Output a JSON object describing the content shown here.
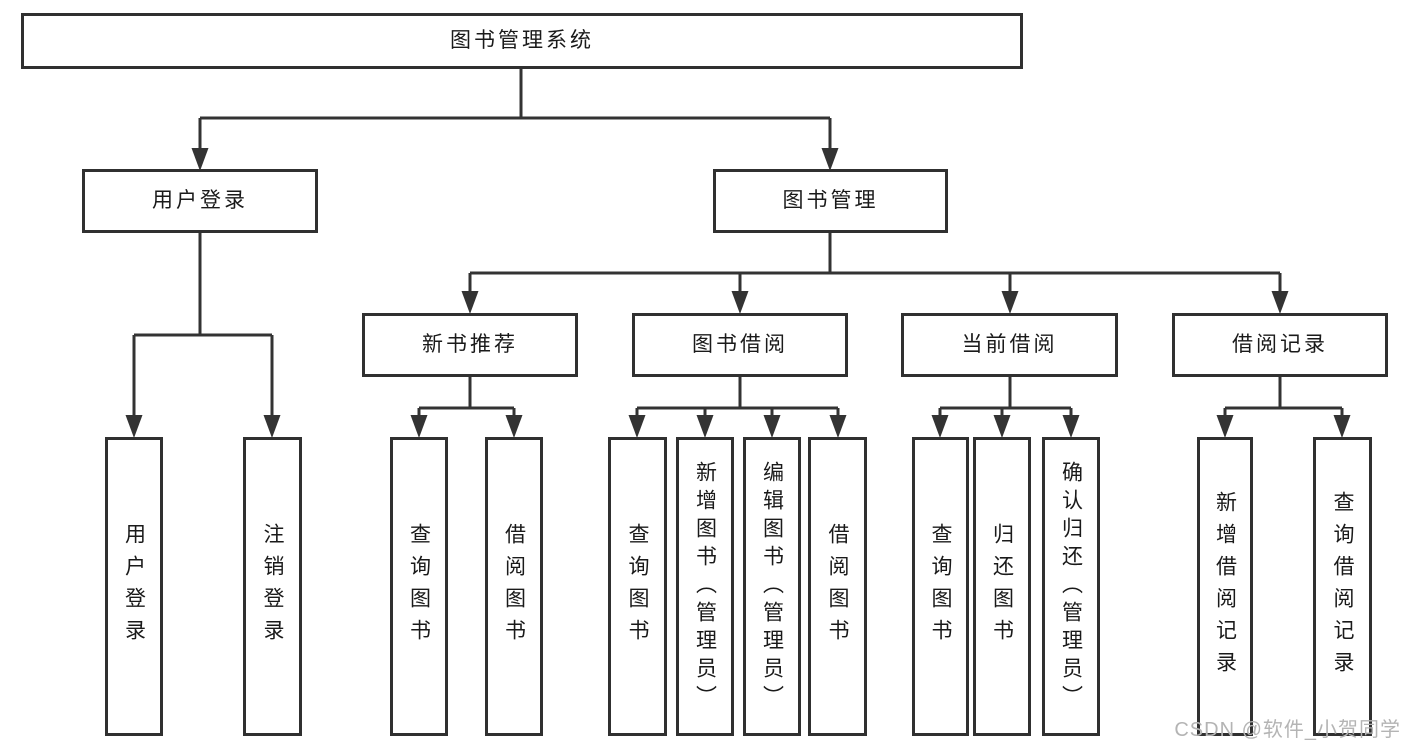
{
  "diagram": {
    "root": {
      "label": "图书管理系统"
    },
    "branches": [
      {
        "label": "用户登录",
        "children": [
          {
            "label": "用户登录"
          },
          {
            "label": "注销登录"
          }
        ]
      },
      {
        "label": "图书管理",
        "groups": [
          {
            "label": "新书推荐",
            "children": [
              {
                "label": "查询图书"
              },
              {
                "label": "借阅图书"
              }
            ]
          },
          {
            "label": "图书借阅",
            "children": [
              {
                "label": "查询图书"
              },
              {
                "label": "新增图书（管理员）"
              },
              {
                "label": "编辑图书（管理员）"
              },
              {
                "label": "借阅图书"
              }
            ]
          },
          {
            "label": "当前借阅",
            "children": [
              {
                "label": "查询图书"
              },
              {
                "label": "归还图书"
              },
              {
                "label": "确认归还（管理员）"
              }
            ]
          },
          {
            "label": "借阅记录",
            "children": [
              {
                "label": "新增借阅记录"
              },
              {
                "label": "查询借阅记录"
              }
            ]
          }
        ]
      }
    ]
  },
  "watermark": "CSDN @软件_小贺同学",
  "colors": {
    "line": "#333333",
    "box_border": "#303030",
    "text": "#1a1a1a",
    "watermark": "#b4b4b4",
    "background": "#ffffff"
  }
}
